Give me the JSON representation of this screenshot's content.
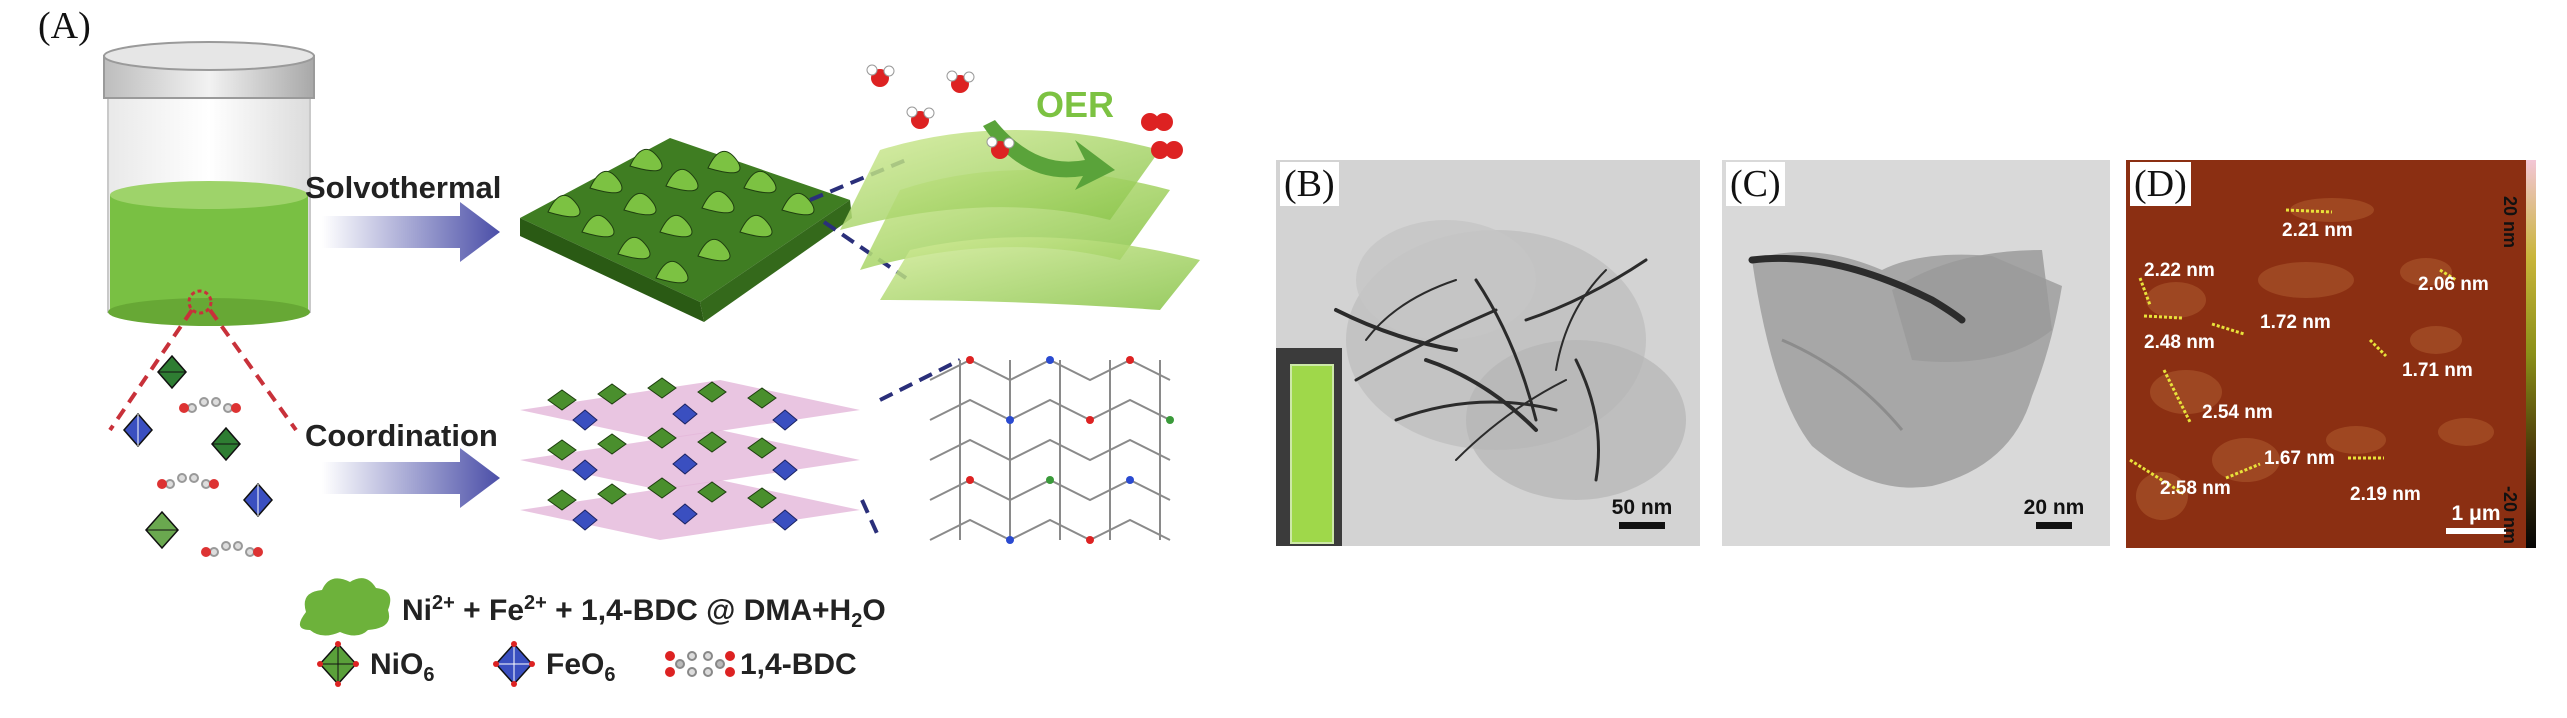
{
  "panels": {
    "a": {
      "letter": "(A)"
    },
    "b": {
      "letter": "(B)",
      "scale_bar": "50 nm"
    },
    "c": {
      "letter": "(C)",
      "scale_bar": "20 nm"
    },
    "d": {
      "letter": "(D)",
      "scale_bar": "1 μm",
      "colorbar_top": "20 nm",
      "colorbar_bottom": "-20 nm",
      "heights": [
        "2.21 nm",
        "2.22 nm",
        "2.06 nm",
        "2.48 nm",
        "1.72 nm",
        "1.71 nm",
        "2.54 nm",
        "2.58 nm",
        "1.67 nm",
        "2.19 nm"
      ]
    }
  },
  "scheme": {
    "route_top": "Solvothermal",
    "route_bottom": "Coordination",
    "reaction": "OER"
  },
  "legend": {
    "precursor": {
      "ni": "Ni",
      "ni_charge": "2+",
      "fe": "Fe",
      "fe_charge": "2+",
      "ligand": "1,4-BDC",
      "solvent": "DMA+H",
      "sub2": "2",
      "tail": "O"
    },
    "nio6": {
      "base": "NiO",
      "sub": "6"
    },
    "feo6": {
      "base": "FeO",
      "sub": "6"
    },
    "bdc": "1,4-BDC"
  },
  "colors": {
    "green": "#7cc242",
    "dark_green": "#2f5a17",
    "arrow_blue": "#4b4fa8",
    "dashed_red": "#c8313a",
    "dashed_navy": "#2a2f7a",
    "afm_bg": "#8a2e10",
    "afm_marker": "#e8e23a"
  }
}
